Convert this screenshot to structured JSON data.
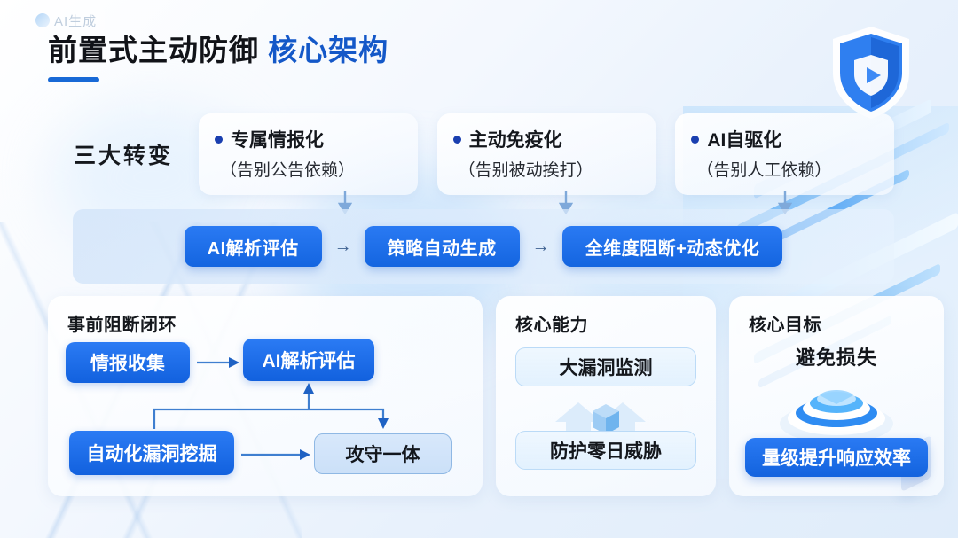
{
  "watermark": {
    "label": "AI生成",
    "icon": "ai-badge-icon"
  },
  "header": {
    "title_main": "前置式主动防御",
    "title_accent": "核心架构",
    "shield_icon": "shield-icon",
    "accent_color": "#1458c8",
    "rule_color": "#1869d6"
  },
  "transitions": {
    "label": "三大转变",
    "cards": [
      {
        "title": "专属情报化",
        "subtitle": "（告别公告依赖）",
        "bullet": "bullet-dot-icon"
      },
      {
        "title": "主动免疫化",
        "subtitle": "（告别被动挨打）",
        "bullet": "bullet-dot-icon"
      },
      {
        "title": "AI自驱化",
        "subtitle": "（告别人工依赖）",
        "bullet": "bullet-dot-icon"
      }
    ]
  },
  "flow": {
    "arrow_glyph": "→",
    "down_arrow_icon": "arrow-down-icon",
    "steps": [
      {
        "label": "AI解析评估"
      },
      {
        "label": "策略自动生成"
      },
      {
        "label": "全维度阻断+动态优化"
      }
    ],
    "pill_color": "#1a6ef0",
    "band_color": "#d5e6fa"
  },
  "panels": {
    "loop": {
      "title": "事前阻断闭环",
      "nodes": {
        "intel": "情报收集",
        "ai": "AI解析评估",
        "auto": "自动化漏洞挖掘",
        "combat": "攻守一体"
      },
      "connector_color": "#3f7fd0"
    },
    "capability": {
      "title": "核心能力",
      "items": [
        {
          "label": "大漏洞监测"
        },
        {
          "label": "防护零日威胁"
        }
      ],
      "art_icon": "ascending-arrows-cube-icon"
    },
    "goal": {
      "title": "核心目标",
      "headline": "避免损失",
      "pill": "量级提升响应效率",
      "art_icon": "glowing-disc-icon"
    }
  }
}
